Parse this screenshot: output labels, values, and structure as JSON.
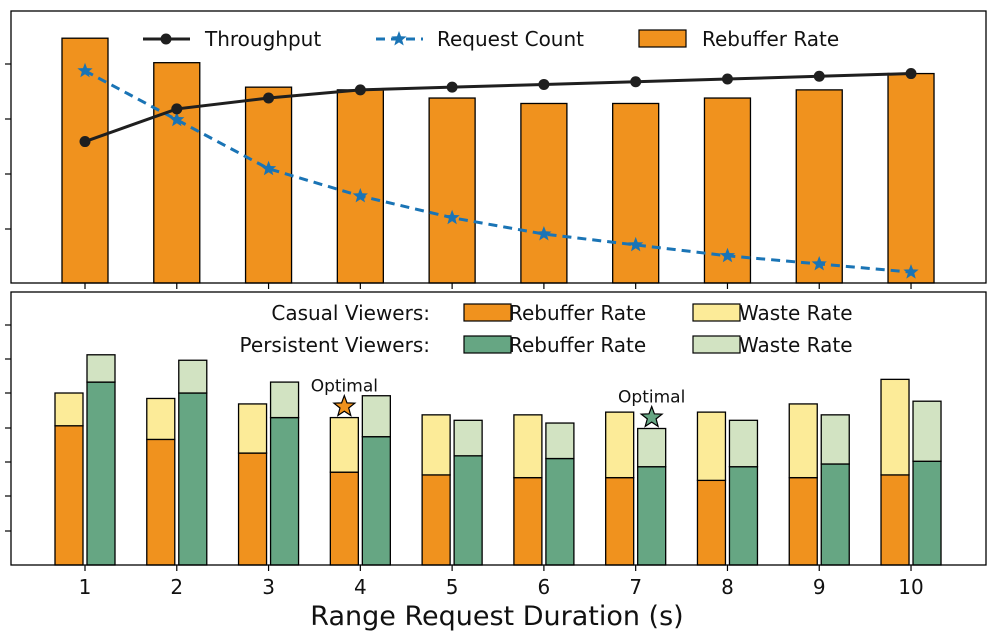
{
  "colors": {
    "orange": "#F0921E",
    "yellow": "#FCEB98",
    "green": "#66A683",
    "lightgreen": "#D2E3C2",
    "throughput": "#1f1f1f",
    "requests": "#1A74B5",
    "optimal_orange": "#F0921E",
    "optimal_green": "#66A683"
  },
  "chart_data": [
    {
      "type": "bar",
      "panel": "top",
      "title": "",
      "xlabel": "",
      "ylabel": "",
      "grid": false,
      "legend_position": "top",
      "categories": [
        "1",
        "2",
        "3",
        "4",
        "5",
        "6",
        "7",
        "8",
        "9",
        "10"
      ],
      "ylim": [
        0,
        1
      ],
      "series": [
        {
          "name": "Throughput",
          "kind": "line",
          "marker": "circle",
          "values": [
            0.52,
            0.64,
            0.68,
            0.71,
            0.72,
            0.73,
            0.74,
            0.75,
            0.76,
            0.77
          ]
        },
        {
          "name": "Request Count",
          "kind": "line",
          "style": "dashed",
          "marker": "star",
          "values": [
            0.78,
            0.6,
            0.42,
            0.32,
            0.24,
            0.18,
            0.14,
            0.1,
            0.07,
            0.04
          ]
        },
        {
          "name": "Rebuffer Rate",
          "kind": "bar",
          "values": [
            0.9,
            0.81,
            0.72,
            0.71,
            0.68,
            0.66,
            0.66,
            0.68,
            0.71,
            0.77
          ]
        }
      ]
    },
    {
      "type": "bar",
      "panel": "bottom",
      "title": "",
      "xlabel": "Range Request Duration (s)",
      "ylabel": "",
      "grid": false,
      "legend_position": "top-right",
      "categories": [
        "1",
        "2",
        "3",
        "4",
        "5",
        "6",
        "7",
        "8",
        "9",
        "10"
      ],
      "ylim": [
        0,
        1
      ],
      "legend_groups": [
        "Casual Viewers:",
        "Persistent Viewers:"
      ],
      "series": [
        {
          "name": "Rebuffer Rate",
          "group": "Casual Viewers:",
          "kind": "stacked-base",
          "values": [
            0.51,
            0.46,
            0.41,
            0.34,
            0.33,
            0.32,
            0.32,
            0.31,
            0.32,
            0.33
          ]
        },
        {
          "name": "Waste Rate",
          "group": "Casual Viewers:",
          "kind": "stacked-top",
          "values": [
            0.12,
            0.15,
            0.18,
            0.2,
            0.22,
            0.23,
            0.24,
            0.25,
            0.27,
            0.35
          ]
        },
        {
          "name": "Rebuffer Rate",
          "group": "Persistent Viewers:",
          "kind": "stacked-base",
          "values": [
            0.67,
            0.63,
            0.54,
            0.47,
            0.4,
            0.39,
            0.36,
            0.36,
            0.37,
            0.38
          ]
        },
        {
          "name": "Waste Rate",
          "group": "Persistent Viewers:",
          "kind": "stacked-top",
          "values": [
            0.1,
            0.12,
            0.13,
            0.15,
            0.13,
            0.13,
            0.14,
            0.17,
            0.18,
            0.22
          ]
        }
      ],
      "annotations": [
        {
          "text": "Optimal",
          "category": "4",
          "group": "Casual Viewers:",
          "marker": "star"
        },
        {
          "text": "Optimal",
          "category": "7",
          "group": "Persistent Viewers:",
          "marker": "star"
        }
      ]
    }
  ]
}
